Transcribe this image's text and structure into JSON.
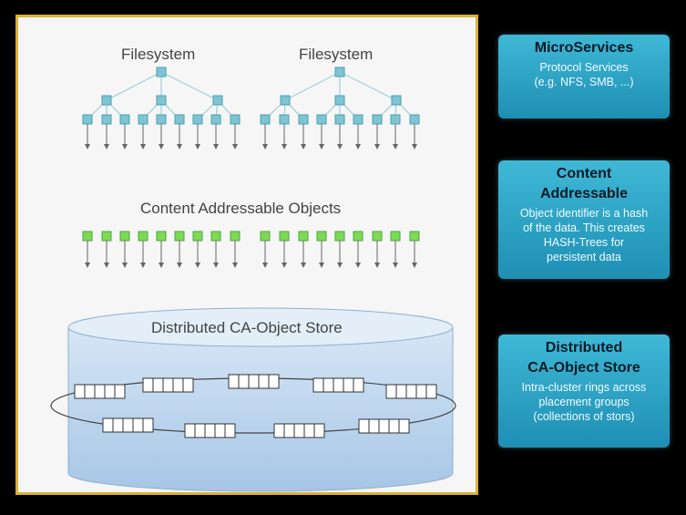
{
  "diagram": {
    "filesystem_left": "Filesystem",
    "filesystem_right": "Filesystem",
    "objects_label": "Content Addressable Objects",
    "store_label": "Distributed CA-Object Store"
  },
  "sidebar": {
    "microservices": {
      "title": "MicroServices",
      "body_line1": "Protocol Services",
      "body_line2": "(e.g. NFS, SMB, ...)"
    },
    "content_addressable": {
      "title_line1": "Content",
      "title_line2": "Addressable",
      "body_line1": "Object identifier is a hash",
      "body_line2": "of the data. This creates",
      "body_line3": "HASH-Trees for",
      "body_line4": "persistent data"
    },
    "distributed": {
      "title_line1": "Distributed",
      "title_line2": "CA-Object Store",
      "body_line1": "Intra-cluster rings across",
      "body_line2": "placement groups",
      "body_line3": "(collections of stors)"
    }
  },
  "colors": {
    "panel_border": "#d9b233",
    "box_blue": "#2aa3c6",
    "tree_node": "#7fc4d2",
    "object_node": "#7ed957",
    "cylinder": "#bcd7ef"
  }
}
